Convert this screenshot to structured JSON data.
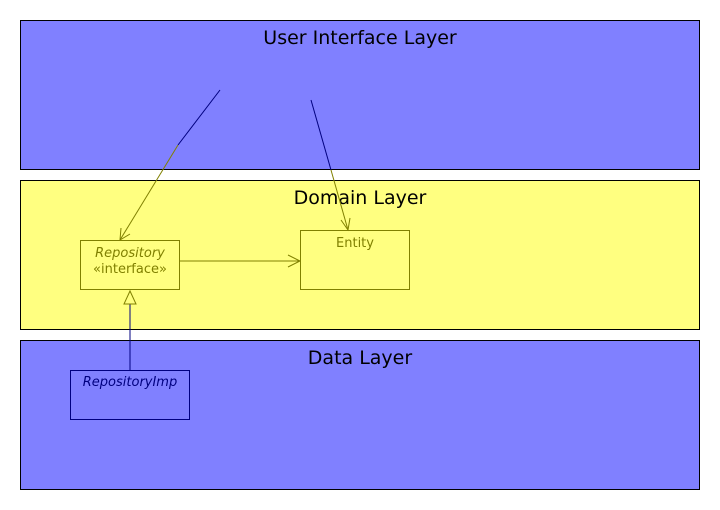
{
  "layers": {
    "ui": {
      "title": "User Interface Layer"
    },
    "domain": {
      "title": "Domain Layer"
    },
    "data": {
      "title": "Data Layer"
    }
  },
  "classes": {
    "repository": {
      "name": "Repository",
      "stereotype": "«interface»"
    },
    "entity": {
      "name": "Entity"
    },
    "repository_imp": {
      "name": "RepositoryImp"
    }
  },
  "colors": {
    "ui_layer_fill": "#8080ff",
    "domain_layer_fill": "#ffff80",
    "data_layer_fill": "#8080ff",
    "domain_element": "#808000",
    "data_element": "#000080",
    "ui_arrow": "#000080"
  }
}
